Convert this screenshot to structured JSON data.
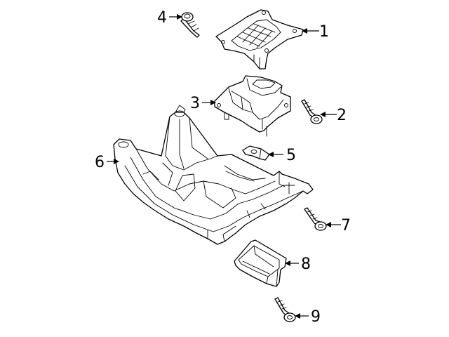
{
  "diagram": {
    "style": "black line-art exploded parts diagram on white background",
    "callouts": [
      "1",
      "2",
      "3",
      "4",
      "5",
      "6",
      "7",
      "8",
      "9"
    ],
    "colors": {
      "background": "#ffffff",
      "ink": "#000000"
    }
  }
}
